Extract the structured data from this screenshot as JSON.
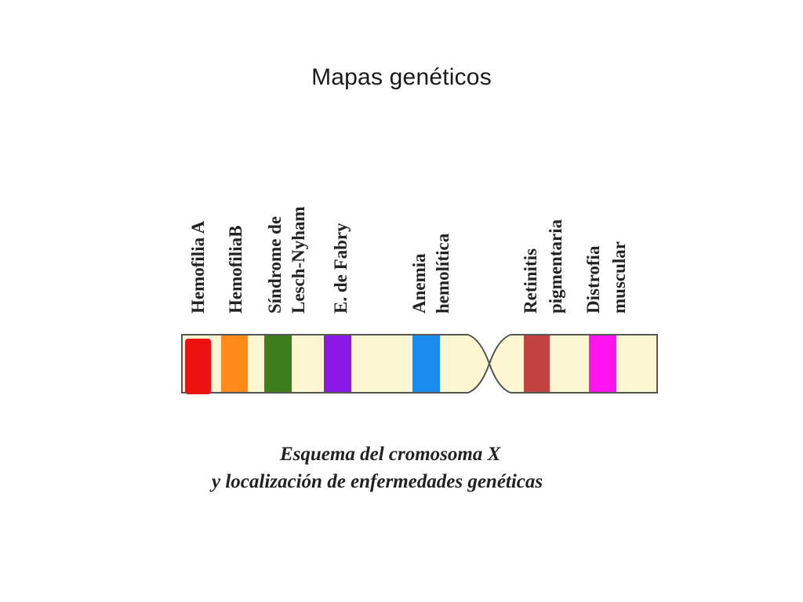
{
  "slide": {
    "title": "Mapas genéticos"
  },
  "chromosome": {
    "body_color": "#fcf6d2",
    "outline_color": "#555555",
    "bands": [
      {
        "name": "Hemofilia A",
        "color": "#ee1111"
      },
      {
        "name": "HemofiliaB",
        "color": "#ff8a1a"
      },
      {
        "name": "Síndrome de Lesch-Nyham",
        "color": "#3e7d1e"
      },
      {
        "name": "E. de Fabry",
        "color": "#8a18e6"
      },
      {
        "name": "Anemia hemolítica",
        "color": "#1a8cf0"
      },
      {
        "name": "Retinitis pigmentaria",
        "color": "#c24242"
      },
      {
        "name": "Distrofia muscular",
        "color": "#ff14f0"
      }
    ]
  },
  "labels": {
    "hemofilia_a": "Hemofilia A",
    "hemofilia_b": "HemofiliaB",
    "sindrome_line1": "Síndrome de",
    "sindrome_line2": "Lesch-Nyham",
    "fabry": "E. de Fabry",
    "anemia_line1": "Anemia",
    "anemia_line2": "hemolítica",
    "retinitis_line1": "Retinitis",
    "retinitis_line2": "pigmentaria",
    "distrofia_line1": "Distrofia",
    "distrofia_line2": "muscular"
  },
  "caption": {
    "line1": "Esquema del cromosoma X",
    "line2": "y localización de enfermedades genéticas"
  }
}
